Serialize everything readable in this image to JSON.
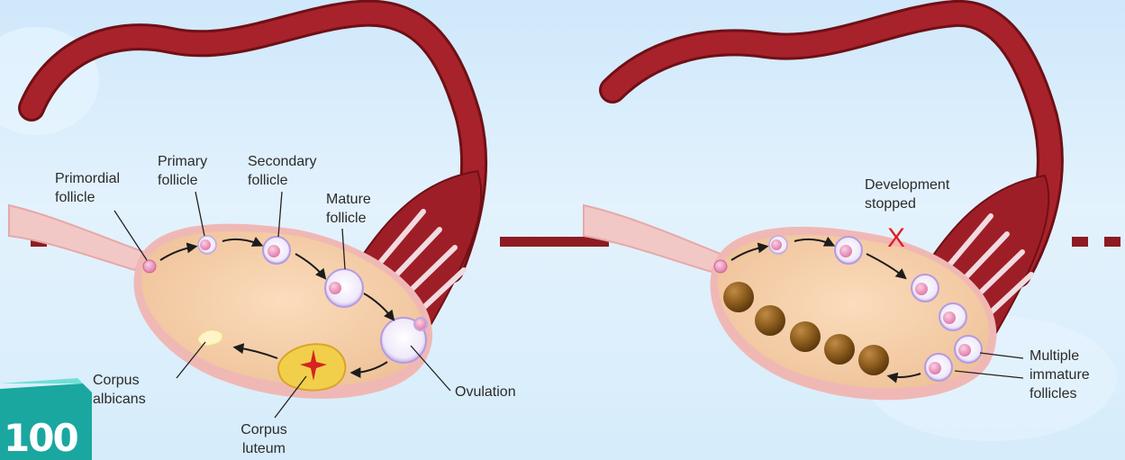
{
  "left_panel": {
    "labels": {
      "primordial_follicle": "Primordial\nfollicle",
      "primary_follicle": "Primary\nfollicle",
      "secondary_follicle": "Secondary\nfollicle",
      "mature_follicle": "Mature\nfollicle",
      "ovulation": "Ovulation",
      "corpus_albicans": "Corpus\nalbicans",
      "corpus_luteum": "Corpus\nluteum"
    }
  },
  "right_panel": {
    "labels": {
      "development_stopped": "Development\nstopped",
      "stop_mark": "X",
      "multiple_immature_follicles": "Multiple\nimmature\nfollicles"
    }
  },
  "badge": {
    "text": "100"
  },
  "colors": {
    "tube": "#9b1c24",
    "ovary_fill": "#f6cfa8",
    "ovary_rim": "#f0b8b5",
    "follicle_rim": "#c9b8e8",
    "cyst": "#8a5a1c",
    "stop_mark": "#e02020"
  }
}
